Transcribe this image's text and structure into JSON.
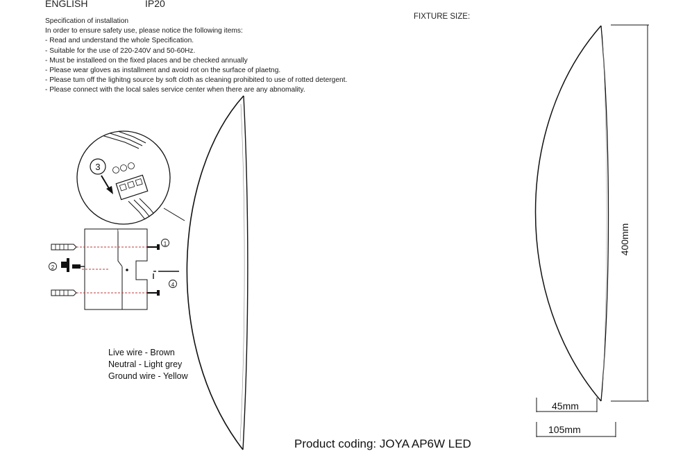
{
  "header": {
    "language": "ENGLISH",
    "ip_rating": "IP20"
  },
  "specification": {
    "title": "Specification of installation",
    "intro": "In order to ensure safety use, please notice the following items:",
    "items": [
      "- Read and understand the whole Specification.",
      "- Suitable for the use of 220-240V and 50-60Hz.",
      "- Must be installeed on the fixed places and be checked annually",
      "- Please wear gloves as installment and avoid rot on the surface of plaetng.",
      "- Please tum off the lighitng source by soft cloth as cleaning prohibited to use of rotted detergent.",
      "- Please connect with the local sales service center when there are any abnomality."
    ]
  },
  "fixture": {
    "title": "FIXTURE SIZE:",
    "height": "400mm",
    "depth_small": "45mm",
    "depth_large": "105mm"
  },
  "wiring": {
    "live": "Live wire - Brown",
    "neutral": "Neutral - Light grey",
    "ground": "Ground wire - Yellow"
  },
  "steps": {
    "s1": "①",
    "s2": "②",
    "s3": "3",
    "s4": "④"
  },
  "product": {
    "label": "Product coding:",
    "code": "JOYA  AP6W LED"
  }
}
